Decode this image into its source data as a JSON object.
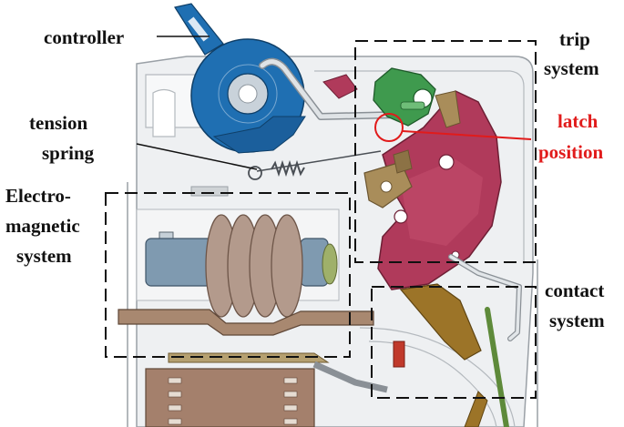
{
  "labels": {
    "controller": "controller",
    "tension_line1": "tension",
    "tension_line2": "spring",
    "electro_line1": "Electro-",
    "electro_line2": "magnetic",
    "electro_line3": "system",
    "trip_line1": "trip",
    "trip_line2": "system",
    "latch_line1": "latch",
    "latch_line2": "position",
    "contact_line1": "contact",
    "contact_line2": "system"
  },
  "colors": {
    "background": "#ffffff",
    "housing": "#eef0f2",
    "housing_edge": "#9aa0a6",
    "controller": "#1f6fb2",
    "trip_lever": "#b03a5b",
    "latch_green": "#3f9a4e",
    "tan_part": "#a98d5a",
    "coil": "#b39a8c",
    "plunger": "#7f9ab0",
    "contact_bronze": "#9c7428",
    "wire": "#c8ccd0",
    "terminal": "#a88870",
    "label_text": "#111111",
    "latch_accent": "#e11b1b"
  }
}
